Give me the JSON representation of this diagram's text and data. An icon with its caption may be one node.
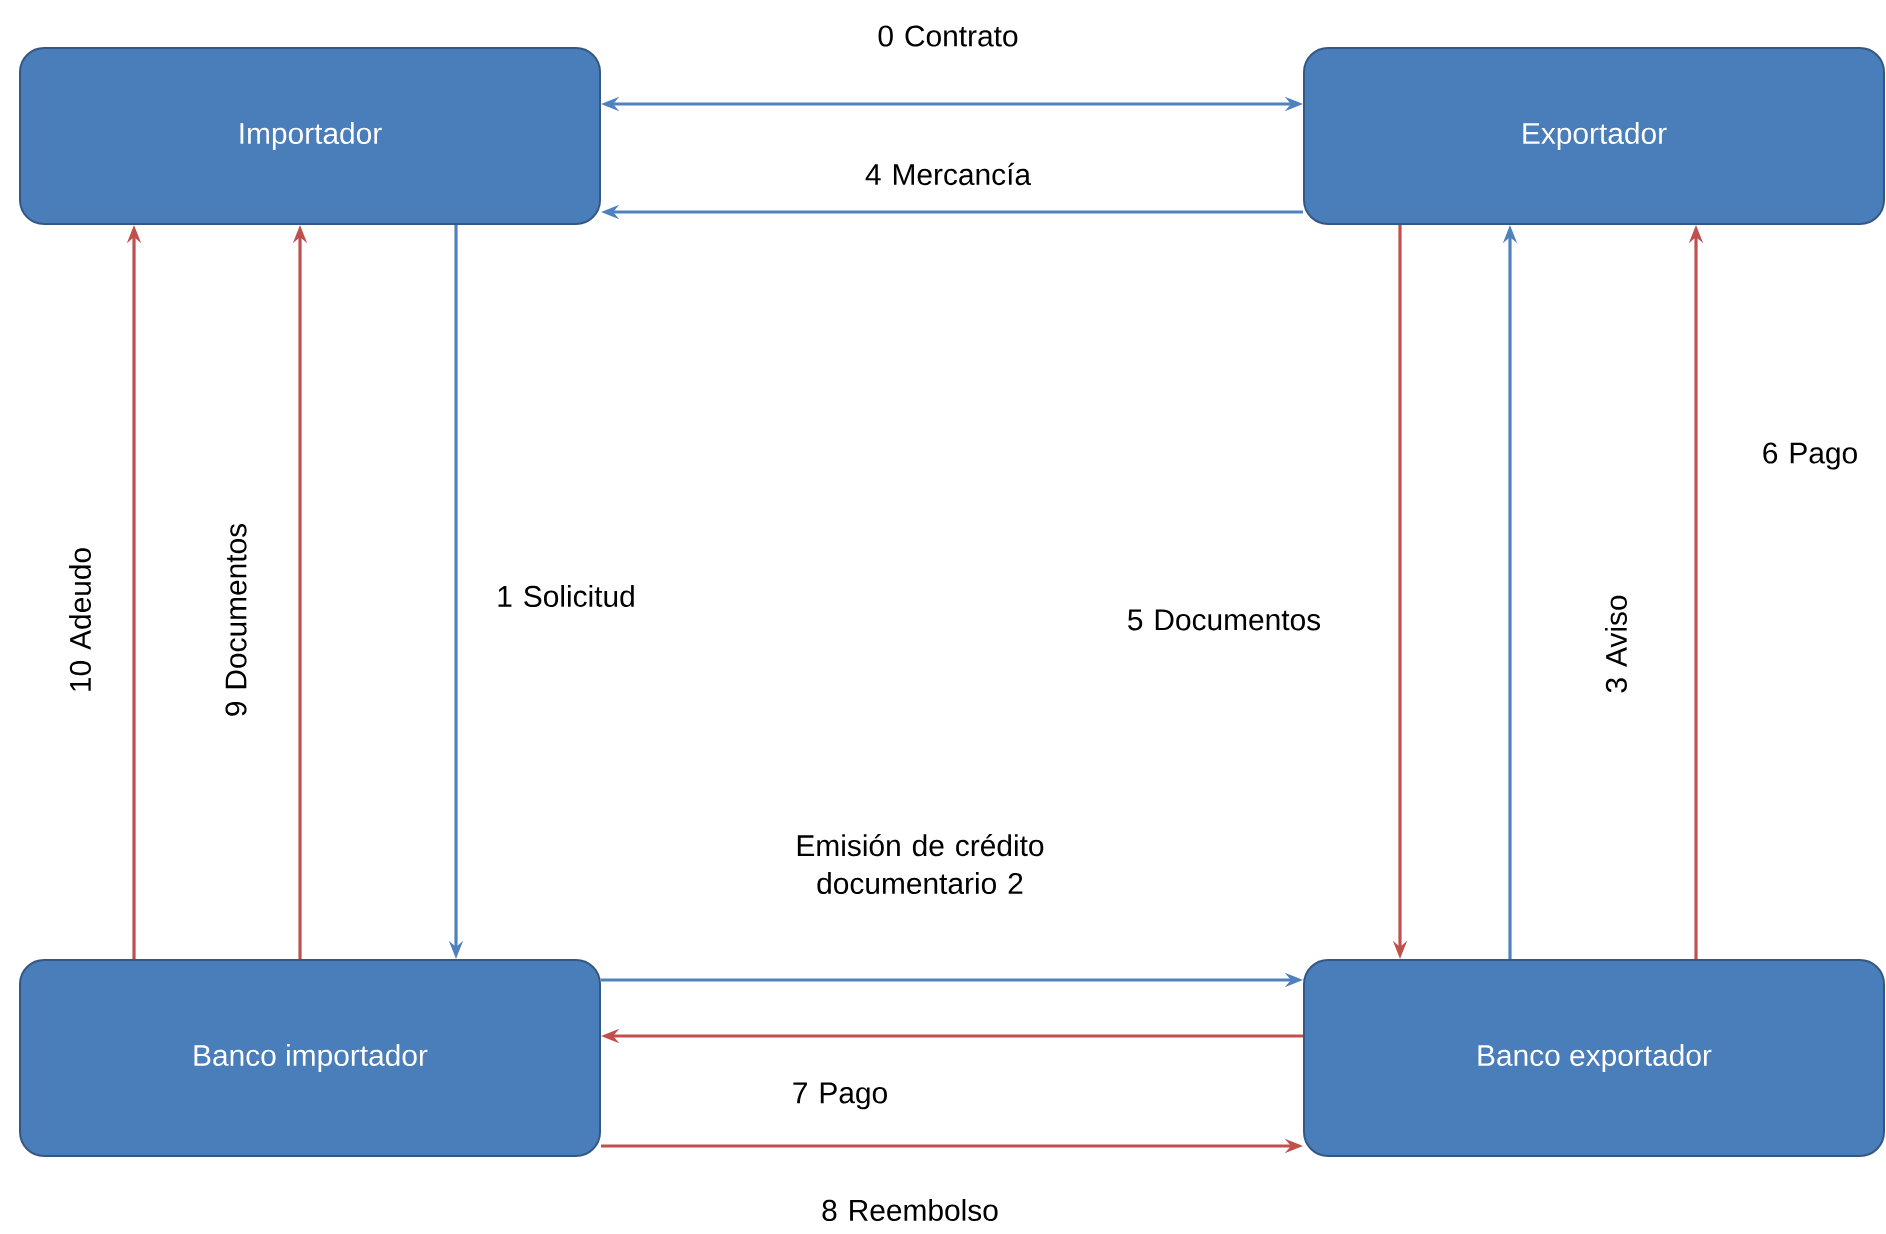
{
  "diagram": {
    "nodes": [
      {
        "text": [
          "Importador"
        ]
      },
      {
        "text": [
          "Exportador"
        ]
      },
      {
        "text": [
          "Banco importador"
        ]
      },
      {
        "text": [
          "Banco exportador"
        ]
      }
    ],
    "edges": [
      {
        "from": 0,
        "to": 1,
        "arrow": "both",
        "label": "0 Contrato",
        "color": "#4f81bd"
      },
      {
        "from": 1,
        "to": 0,
        "arrow": "to",
        "label": "4 Mercancía",
        "color": "#4f81bd"
      },
      {
        "from": 0,
        "to": 2,
        "arrow": "to",
        "label": "1 Solicitud",
        "color": "#4f81bd"
      },
      {
        "from": 2,
        "to": 3,
        "arrow": "to",
        "label": "Emisión de crédito documentario 2",
        "color": "#4f81bd"
      },
      {
        "from": 3,
        "to": 2,
        "arrow": "to",
        "label": "7 Pago"
      },
      {
        "from": 2,
        "to": 3,
        "arrow": "to",
        "label": "8 Reembolso"
      },
      {
        "from": 1,
        "to": 3,
        "arrow": "to",
        "label": "5 Documentos"
      },
      {
        "from": 3,
        "to": 1,
        "arrow": "to",
        "label": "3 Aviso",
        "color": "#4f81bd"
      },
      {
        "from": 3,
        "to": 1,
        "arrow": "to",
        "label": "6 Pago"
      },
      {
        "from": 2,
        "to": 0,
        "arrow": "to",
        "label": "10 Adeudo"
      },
      {
        "from": 2,
        "to": 0,
        "arrow": "to",
        "label": "9 Documentos"
      }
    ]
  }
}
